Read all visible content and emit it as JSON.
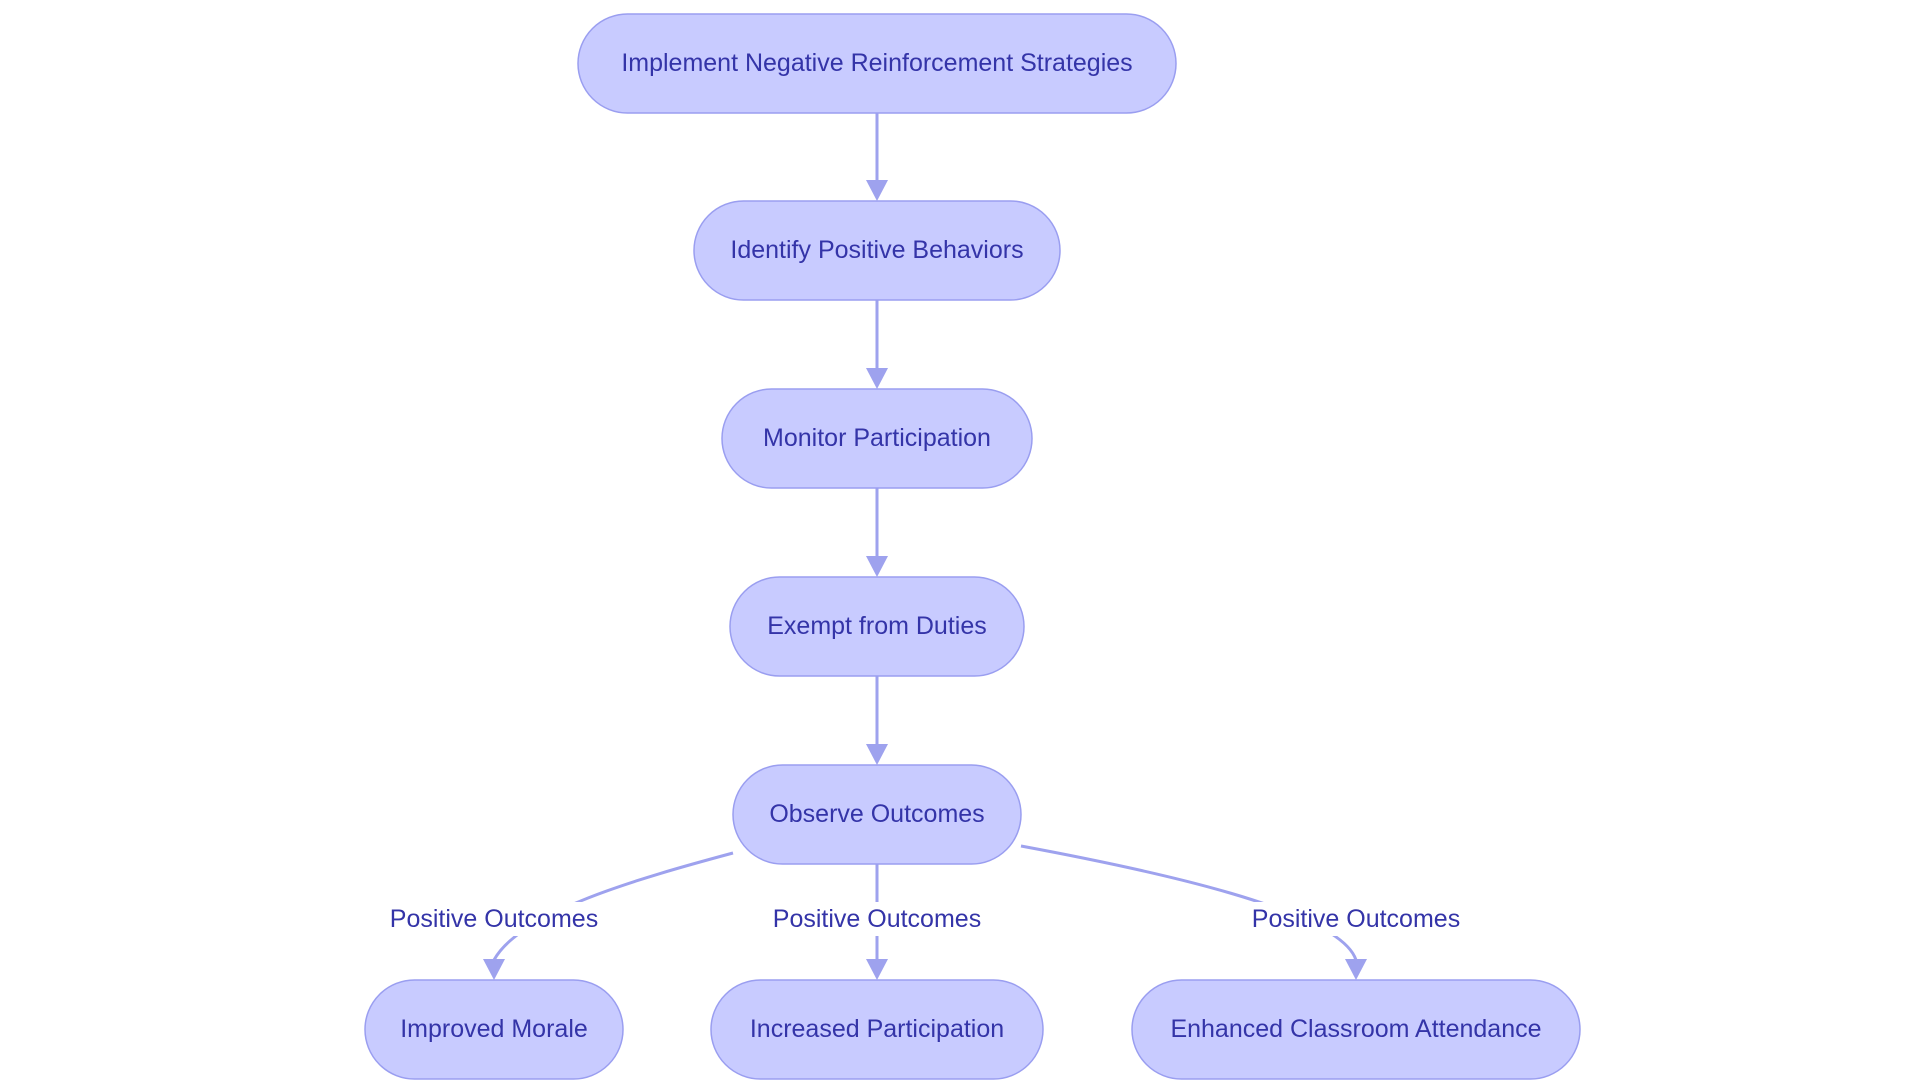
{
  "diagram": {
    "colors": {
      "node_fill": "#c8cbff",
      "node_stroke": "#9a9ef0",
      "edge": "#9ea2ee",
      "text": "#3434a8"
    },
    "nodes": [
      {
        "id": "implement",
        "label": "Implement Negative Reinforcement Strategies"
      },
      {
        "id": "identify",
        "label": "Identify Positive Behaviors"
      },
      {
        "id": "monitor",
        "label": "Monitor Participation"
      },
      {
        "id": "exempt",
        "label": "Exempt from Duties"
      },
      {
        "id": "observe",
        "label": "Observe Outcomes"
      },
      {
        "id": "morale",
        "label": "Improved Morale"
      },
      {
        "id": "participation",
        "label": "Increased Participation"
      },
      {
        "id": "attendance",
        "label": "Enhanced Classroom Attendance"
      }
    ],
    "edges": [
      {
        "from": "implement",
        "to": "identify",
        "label": ""
      },
      {
        "from": "identify",
        "to": "monitor",
        "label": ""
      },
      {
        "from": "monitor",
        "to": "exempt",
        "label": ""
      },
      {
        "from": "exempt",
        "to": "observe",
        "label": ""
      },
      {
        "from": "observe",
        "to": "morale",
        "label": "Positive Outcomes"
      },
      {
        "from": "observe",
        "to": "participation",
        "label": "Positive Outcomes"
      },
      {
        "from": "observe",
        "to": "attendance",
        "label": "Positive Outcomes"
      }
    ]
  }
}
